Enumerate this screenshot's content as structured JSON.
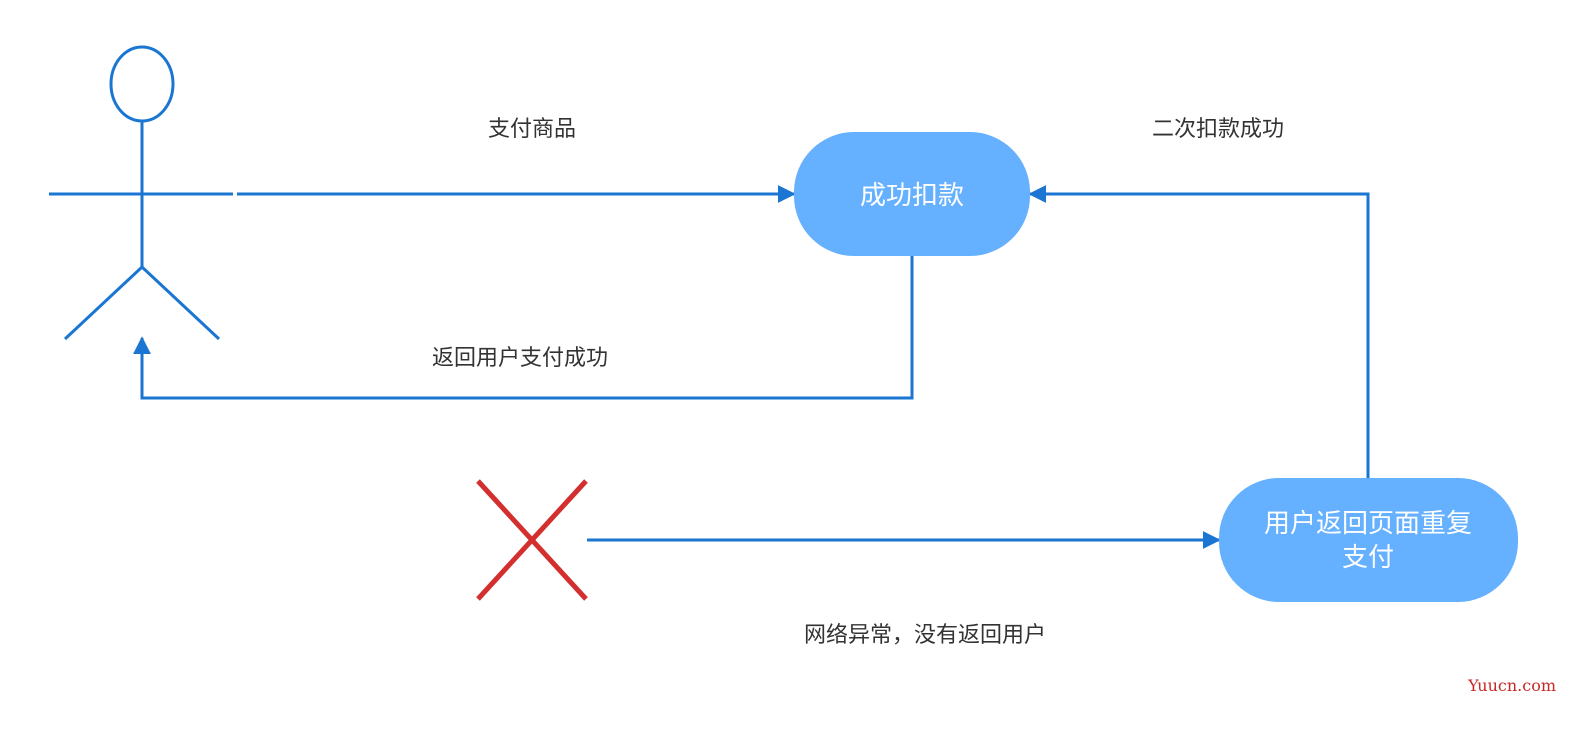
{
  "nodes": {
    "success_charge": {
      "label": "成功扣款"
    },
    "repeat_pay": {
      "line1": "用户返回页面重复",
      "line2": "支付"
    }
  },
  "edges": {
    "pay_goods": "支付商品",
    "return_success": "返回用户支付成功",
    "second_charge": "二次扣款成功",
    "network_error": "网络异常，没有返回用户"
  },
  "icons": {
    "actor": "stick-figure-icon",
    "failure": "red-x-icon"
  },
  "colors": {
    "line": "#1a76d2",
    "node_fill": "#66b1ff",
    "node_text": "#ffffff",
    "error": "#d32f2f",
    "watermark": "#c62828"
  },
  "watermark": "Yuucn.com"
}
